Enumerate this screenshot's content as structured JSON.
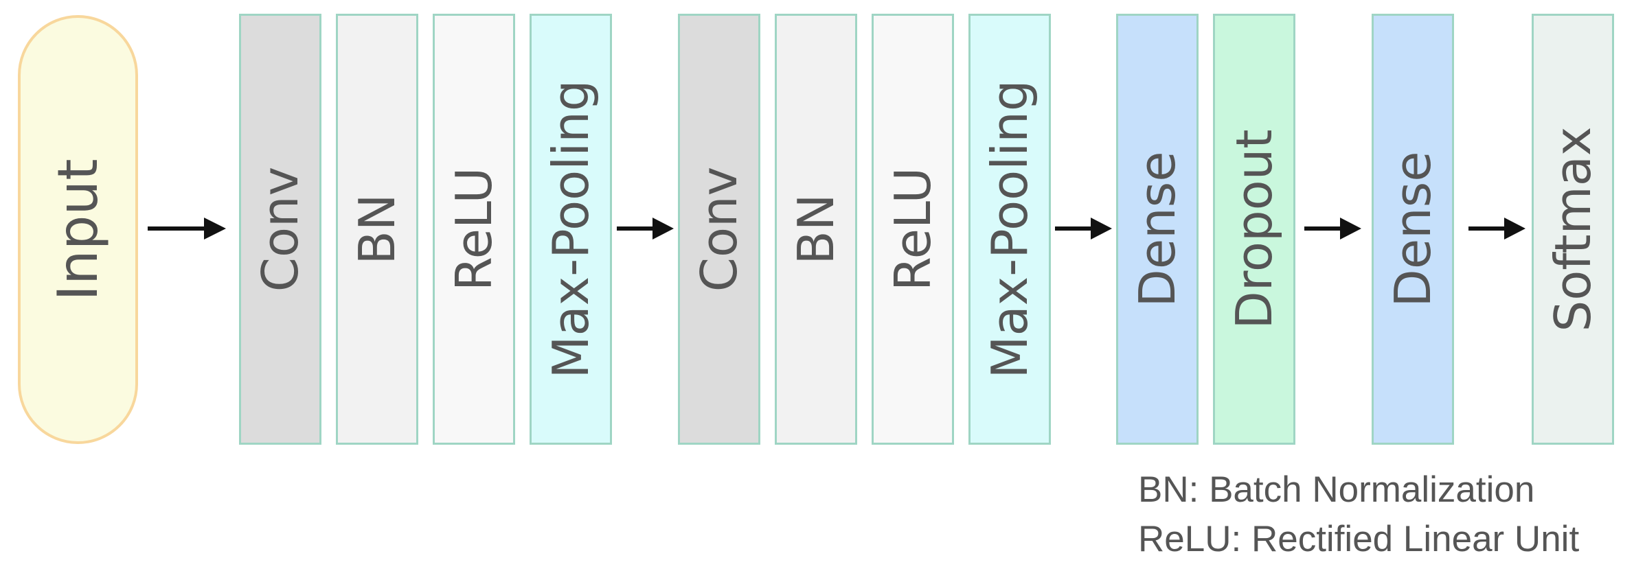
{
  "diagram": {
    "input_label": "Input",
    "group1": {
      "conv": "Conv",
      "bn": "BN",
      "relu": "ReLU",
      "pool": "Max-Pooling"
    },
    "group2": {
      "conv": "Conv",
      "bn": "BN",
      "relu": "ReLU",
      "pool": "Max-Pooling"
    },
    "group3": {
      "dense": "Dense",
      "dropout": "Dropout"
    },
    "dense2": "Dense",
    "softmax": "Softmax"
  },
  "legend": {
    "line1": "BN: Batch Normalization",
    "line2": "ReLU: Rectified Linear Unit"
  },
  "colors": {
    "input_fill": "#fbfbe0",
    "input_border": "#f8d79c",
    "conv": "#dcdcdc",
    "bn": "#f2f2f2",
    "relu": "#f8f8f8",
    "pool": "#d9fbfb",
    "dense": "#c6e0fb",
    "dropout": "#c9f7dd",
    "softmax": "#ebf2ef",
    "block_border": "#9fd5c4",
    "arrow": "#111111",
    "text": "#555555"
  }
}
